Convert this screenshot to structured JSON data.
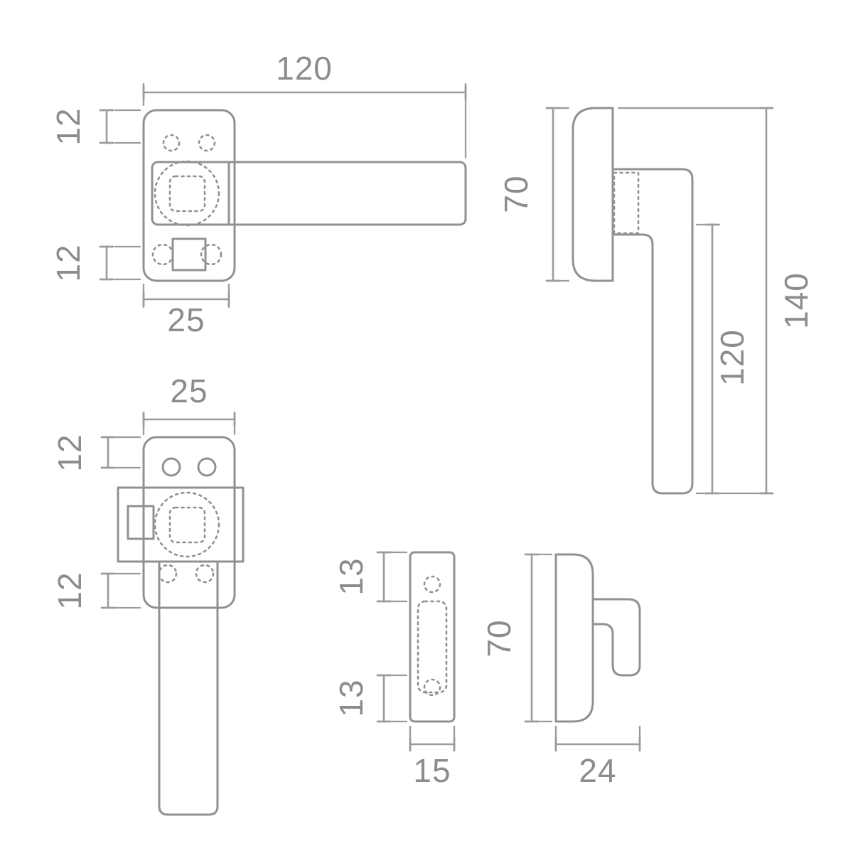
{
  "meta": {
    "type": "technical-dimension-drawing",
    "subject": "window-handle-multi-view"
  },
  "colors": {
    "background": "#ffffff",
    "line": "#8f9193",
    "dimension_text": "#8b8c8e"
  },
  "dimensions": {
    "top_view": {
      "overall_length": "120",
      "top_offset": "12",
      "bottom_offset": "12",
      "plate_width": "25"
    },
    "side_view": {
      "plate_height": "70",
      "overall_height": "140",
      "grip_length": "120"
    },
    "front_view": {
      "plate_width": "25",
      "top_offset": "12",
      "bottom_offset": "12"
    },
    "strike_plate_view": {
      "top_offset": "13",
      "bottom_offset": "13",
      "plate_width": "15"
    },
    "profile_view": {
      "plate_height": "70",
      "overall_depth": "24"
    }
  }
}
